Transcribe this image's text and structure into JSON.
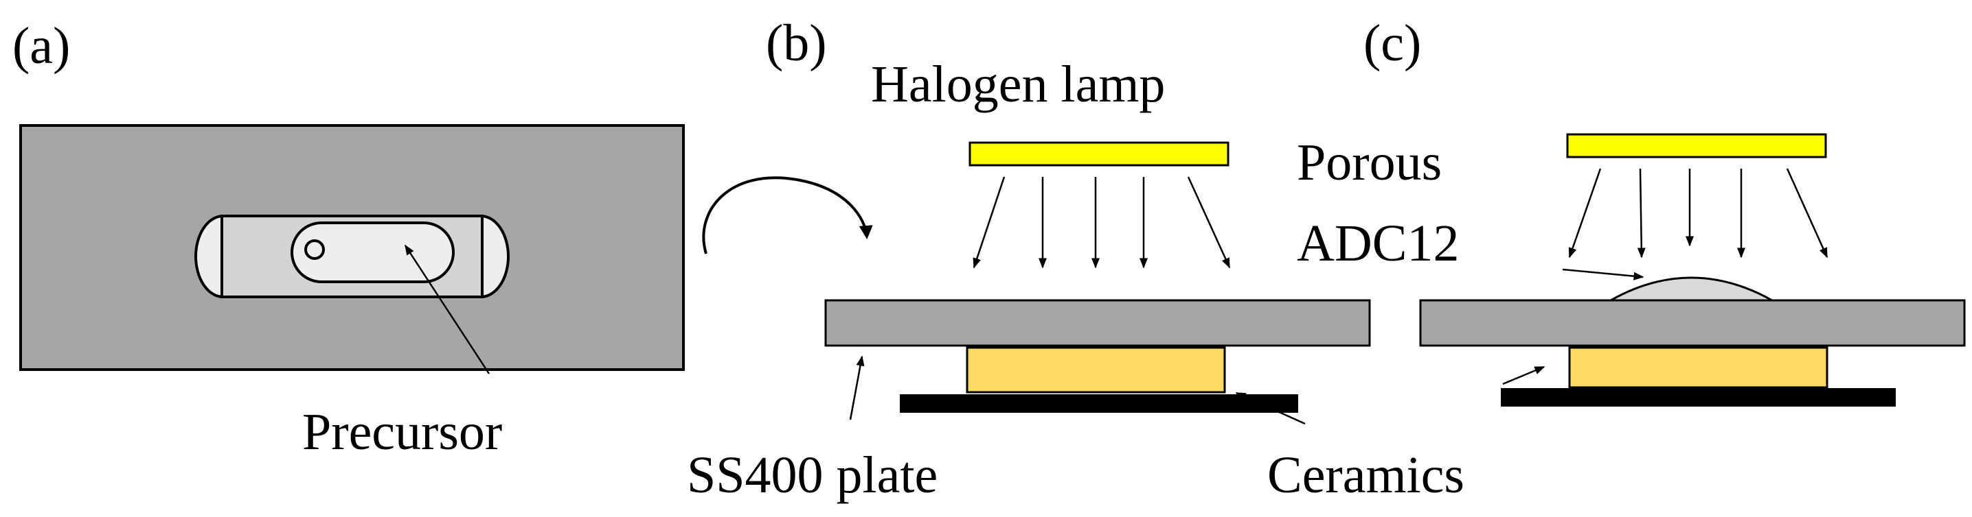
{
  "panels": {
    "a": {
      "label": "(a)",
      "annotation": "Precursor"
    },
    "b": {
      "label": "(b)",
      "lamp_label": "Halogen lamp",
      "plate_label": "SS400 plate"
    },
    "c": {
      "label": "(c)",
      "product_label_line1": "Porous",
      "product_label_line2": "ADC12",
      "ceramics_label": "Ceramics"
    }
  },
  "colors": {
    "plate": "#a6a6a6",
    "precursor_holder": "#d4d4d4",
    "precursor": "#eeeeee",
    "lamp": "#ffff00",
    "ceramics_block": "#ffd966",
    "base": "#000000",
    "outline": "#000000"
  }
}
